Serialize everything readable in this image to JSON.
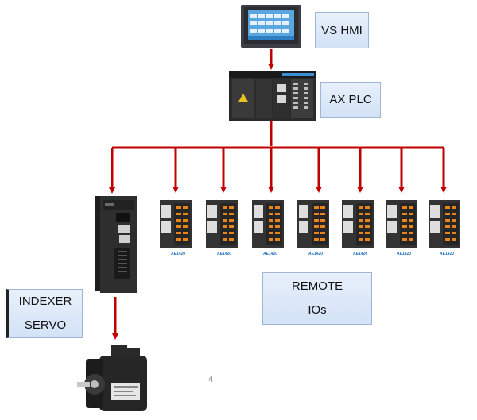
{
  "labels": {
    "hmi": "VS HMI",
    "plc": "AX PLC",
    "remote_line1": "REMOTE",
    "remote_line2": "IOs",
    "servo_line1": "INDEXER",
    "servo_line2": "SERVO"
  },
  "remote_io_modules": [
    {
      "tag": "AE1420"
    },
    {
      "tag": "AE1420"
    },
    {
      "tag": "AE1420"
    },
    {
      "tag": "AE1420"
    },
    {
      "tag": "AE1420"
    },
    {
      "tag": "AE1420"
    },
    {
      "tag": "AE1420"
    }
  ],
  "page_number": "4",
  "colors": {
    "arrow": "#c00000",
    "label_box_border": "#9fb6d6",
    "label_box_fill": "#dbe7f7",
    "device_dark": "#2b2b2b",
    "terminal_orange": "#e8841c",
    "hmi_screen": "#5aa7e0"
  },
  "icons": [
    "hmi-device-icon",
    "plc-device-icon",
    "servo-drive-icon",
    "servo-motor-icon",
    "remote-io-module-icon"
  ]
}
